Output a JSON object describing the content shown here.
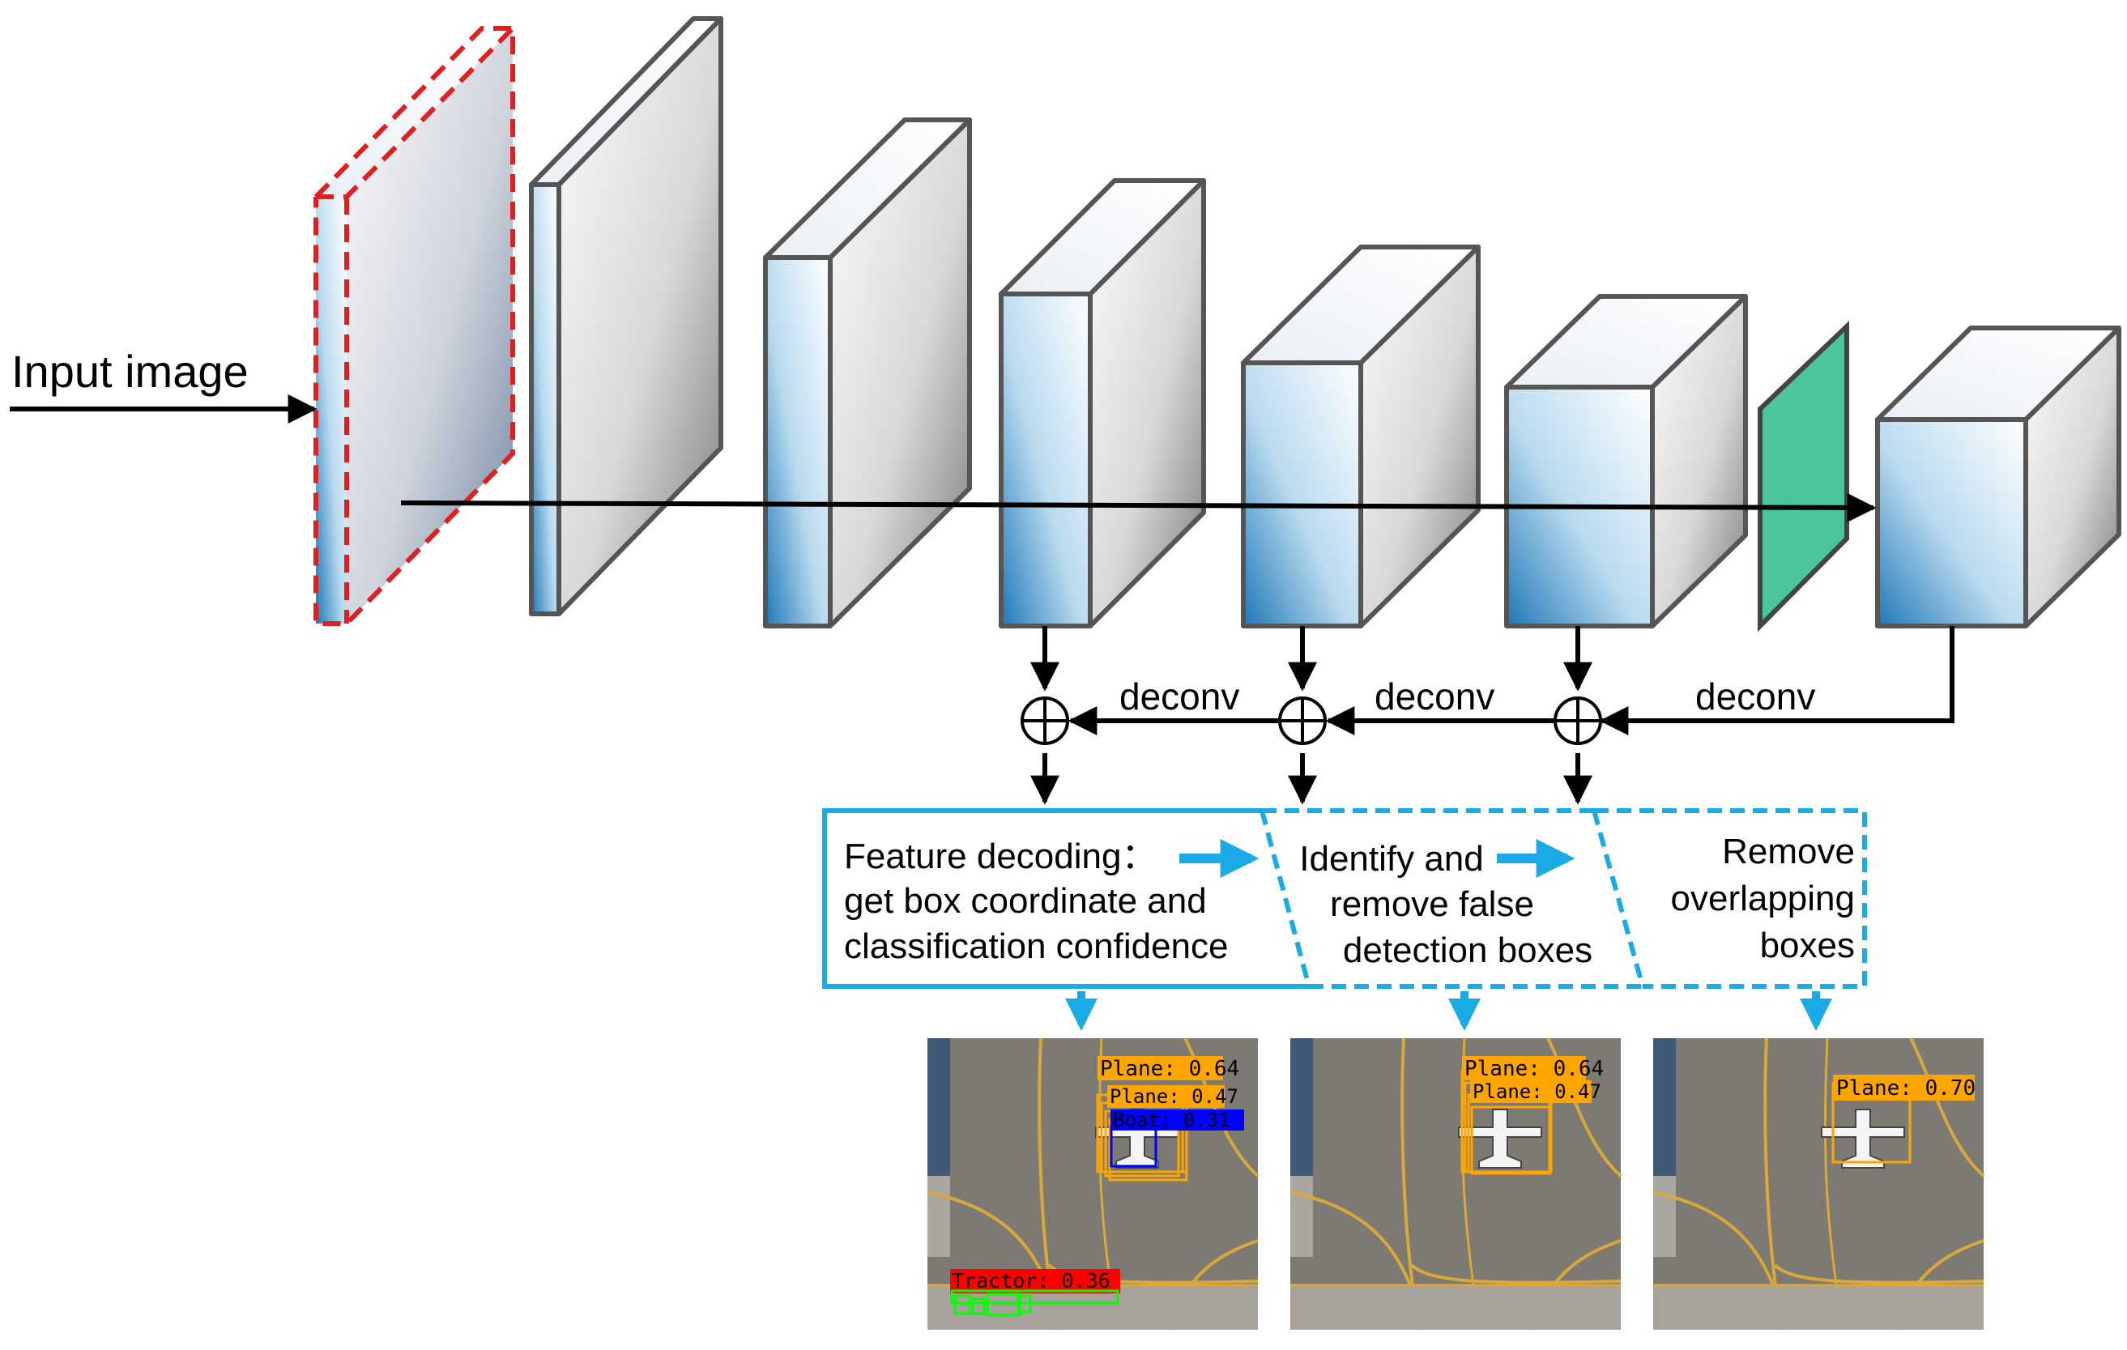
{
  "labels": {
    "input_image": "Input image",
    "deconv_1": "deconv",
    "deconv_2": "deconv",
    "deconv_3": "deconv"
  },
  "steps": {
    "feature_decoding": [
      "Feature decoding：",
      "get box coordinate and",
      "classification confidence"
    ],
    "identify_remove": [
      "Identify and",
      "remove false",
      "detection boxes"
    ],
    "remove_overlap": [
      "Remove",
      "overlapping",
      "boxes"
    ]
  },
  "detections": {
    "image_1": {
      "plane_1": "Plane: 0.64",
      "plane_2": "Plane: 0.47",
      "boat": "Boat: 0.31",
      "tractor": "Tractor: 0.36"
    },
    "image_2": {
      "plane_1": "Plane: 0.64",
      "plane_2": "Plane: 0.47"
    },
    "image_3": {
      "plane_1": "Plane: 0.70"
    }
  },
  "colors": {
    "outline": "#555555",
    "input_dash": "#e02020",
    "green_layer": "#4cc49c",
    "step_box": "#1aabe6",
    "arrow_blue": "#1aabe6",
    "label_orange": "#ffa500",
    "label_blue": "#0000ff",
    "label_red": "#ff0000",
    "box_green": "#00ff00"
  },
  "icons": {
    "sum": "circled-plus-icon",
    "plane": "airplane-icon"
  }
}
